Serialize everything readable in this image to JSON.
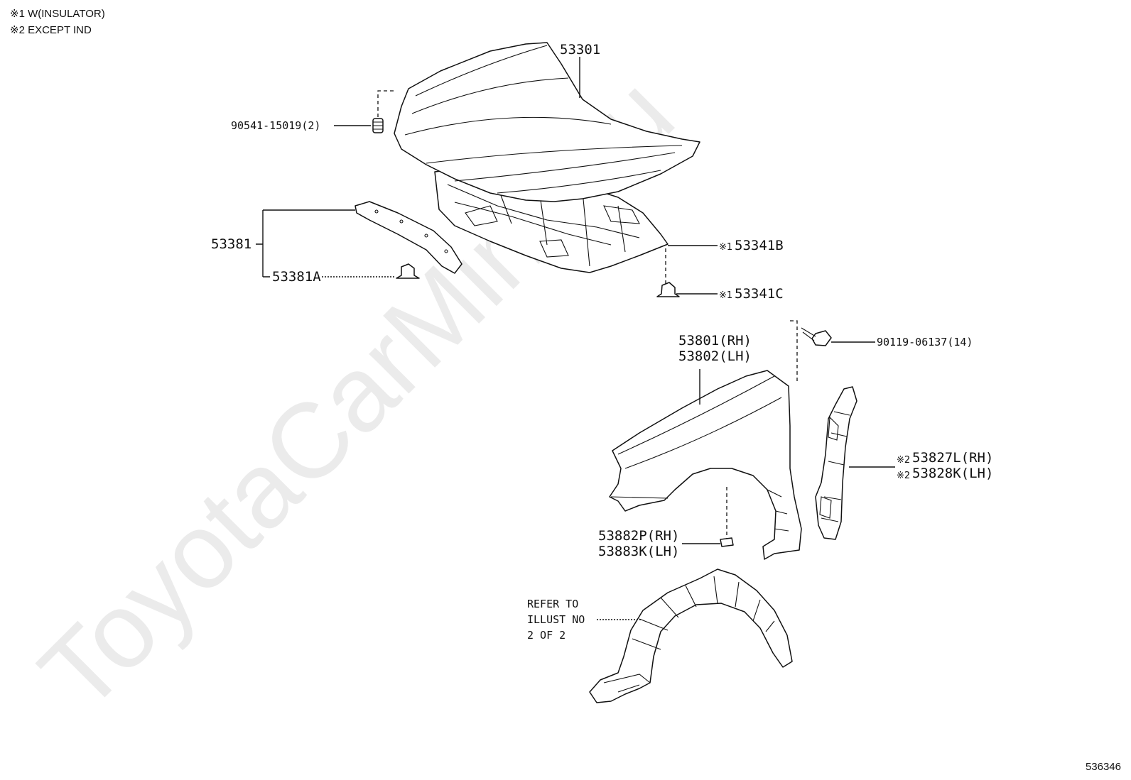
{
  "notes": [
    {
      "mark": "※1",
      "text": "W(INSULATOR)"
    },
    {
      "mark": "※2",
      "text": "EXCEPT IND"
    }
  ],
  "watermark": "ToyotaCarMine.ru",
  "figure_id": "536346",
  "callouts": {
    "hood": {
      "text": "53301"
    },
    "hood_bumper": {
      "text": "90541-15019(2)"
    },
    "hood_seal": {
      "text": "53381"
    },
    "hood_seal_clip": {
      "text": "53381A"
    },
    "insulator": {
      "mark": "※1",
      "text": "53341B"
    },
    "insulator_clip": {
      "mark": "※1",
      "text": "53341C"
    },
    "fender_bolt": {
      "text": "90119-06137(14)"
    },
    "fender_rh": {
      "text": "53801(RH)"
    },
    "fender_lh": {
      "text": "53802(LH)"
    },
    "fender_seal_rh": {
      "mark": "※2",
      "text": "53827L(RH)"
    },
    "fender_seal_lh": {
      "mark": "※2",
      "text": "53828K(LH)"
    },
    "fender_bracket_rh": {
      "text": "53882P(RH)"
    },
    "fender_bracket_lh": {
      "text": "53883K(LH)"
    },
    "liner_ref": [
      "REFER TO",
      "ILLUST NO",
      "2 OF 2"
    ]
  },
  "colors": {
    "ink": "#111111",
    "watermark": "#dcdcdc",
    "background": "#ffffff"
  }
}
